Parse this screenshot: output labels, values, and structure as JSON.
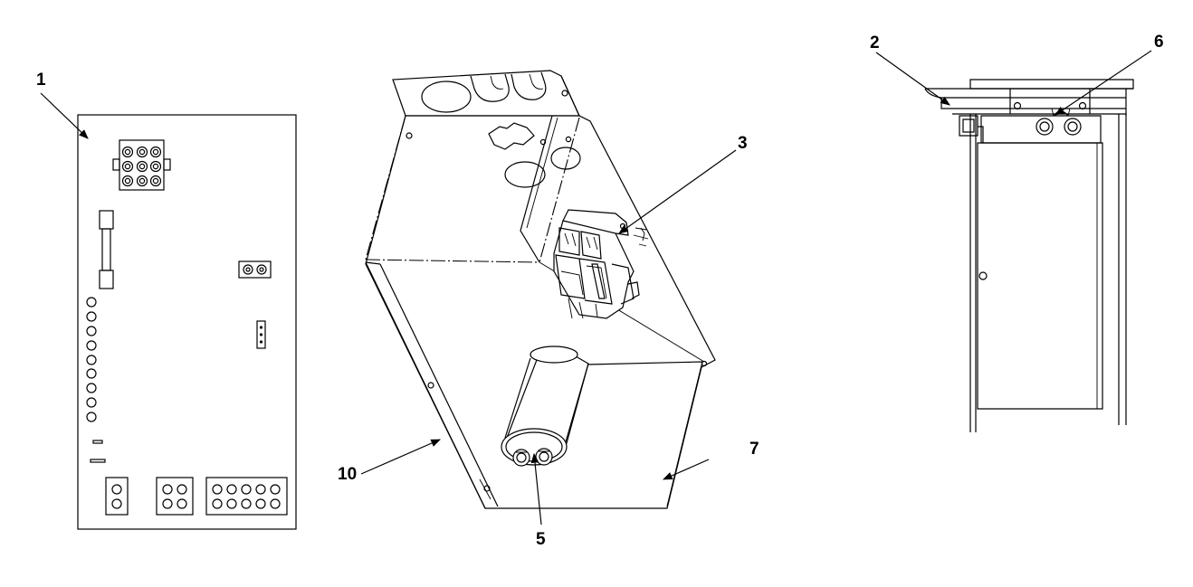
{
  "callouts": {
    "c1": "1",
    "c2": "2",
    "c3": "3",
    "c5": "5",
    "c6": "6",
    "c7": "7",
    "c10": "10"
  },
  "colors": {
    "ink": "#000000",
    "paper": "#ffffff"
  }
}
